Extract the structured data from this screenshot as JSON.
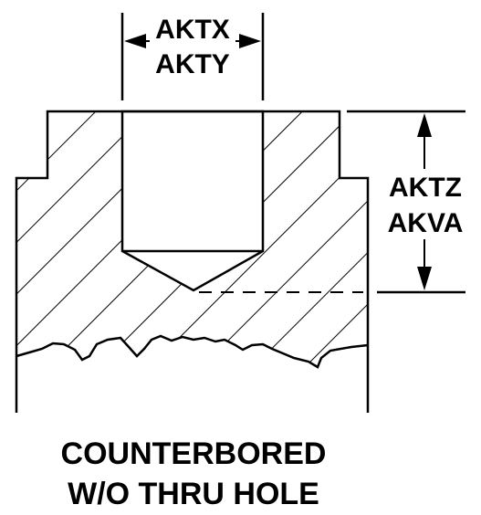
{
  "dimensions": {
    "width_label_1": "AKTX",
    "width_label_2": "AKTY",
    "depth_label_1": "AKTZ",
    "depth_label_2": "AKVA"
  },
  "caption": {
    "line1": "COUNTERBORED",
    "line2": "W/O THRU HOLE"
  }
}
